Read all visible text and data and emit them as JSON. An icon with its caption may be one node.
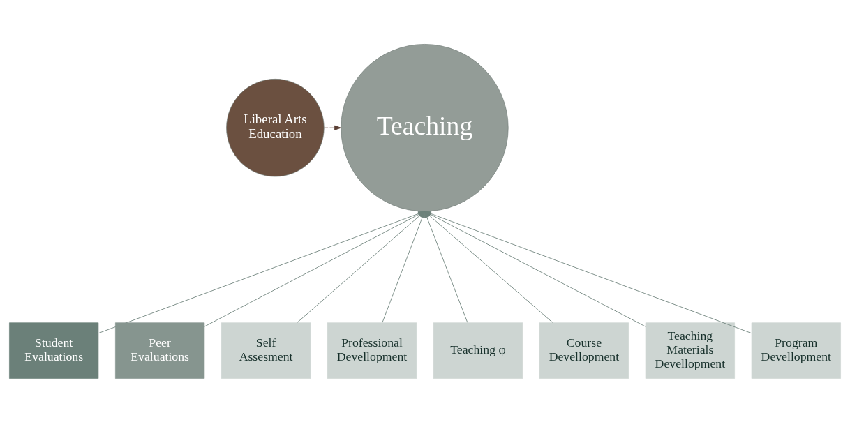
{
  "diagram": {
    "nodes": [
      {
        "text": [
          "Liberal Arts Education"
        ]
      },
      {
        "text": [
          "Teaching"
        ]
      },
      {
        "text": [
          "Student Evaluations"
        ]
      },
      {
        "text": [
          "Peer Evaluations"
        ]
      },
      {
        "text": [
          "Self Assesment"
        ]
      },
      {
        "text": [
          "Professional Devellopment"
        ]
      },
      {
        "text": [
          "Teaching φ"
        ]
      },
      {
        "text": [
          "Course Devellopment"
        ]
      },
      {
        "text": [
          "Teaching Materials Devellopment"
        ]
      },
      {
        "text": [
          "Program Devellopment"
        ]
      }
    ],
    "edges": [
      {
        "from": 0,
        "to": 1,
        "arrow": "to",
        "style": "dashed",
        "color": "#5b4035"
      },
      {
        "from": 2,
        "to": 1,
        "arrow": "to"
      },
      {
        "from": 3,
        "to": 1,
        "arrow": "to"
      },
      {
        "from": 4,
        "to": 1,
        "arrow": "to"
      },
      {
        "from": 5,
        "to": 1,
        "arrow": "to"
      },
      {
        "from": 6,
        "to": 1,
        "arrow": "to"
      },
      {
        "from": 7,
        "to": 1,
        "arrow": "to"
      },
      {
        "from": 8,
        "to": 1,
        "arrow": "to"
      },
      {
        "from": 9,
        "to": 1,
        "arrow": "to"
      }
    ]
  }
}
